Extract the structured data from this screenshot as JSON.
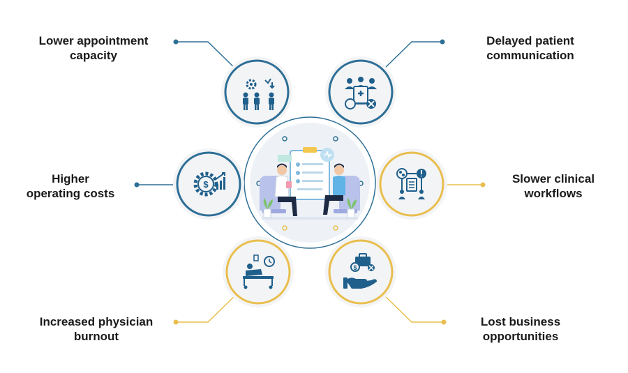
{
  "colors": {
    "blue": "#2e6f96",
    "gold": "#e9be4e",
    "icon_blue": "#1f5f8b",
    "circle_fill": "#f3f4f6",
    "text": "#1a1a1a"
  },
  "center_hub": {
    "icon": "doctor-patient-consultation-illustration"
  },
  "nodes": [
    {
      "id": "lower-appointment-capacity",
      "lines": [
        "Lower appointment",
        "capacity"
      ],
      "icon": "people-gear-icon",
      "color": "blue"
    },
    {
      "id": "delayed-patient-communication",
      "lines": [
        "Delayed patient",
        "communication"
      ],
      "icon": "medical-team-clipboard-icon",
      "color": "blue"
    },
    {
      "id": "higher-operating-costs",
      "lines": [
        "Higher",
        "operating costs"
      ],
      "icon": "gear-dollar-chart-icon",
      "color": "blue"
    },
    {
      "id": "slower-clinical-workflows",
      "lines": [
        "Slower clinical",
        "workflows"
      ],
      "icon": "clinical-workflow-icon",
      "color": "gold"
    },
    {
      "id": "increased-physician-burnout",
      "lines": [
        "Increased physician",
        "burnout"
      ],
      "icon": "tired-physician-bed-clock-icon",
      "color": "gold"
    },
    {
      "id": "lost-business-opportunities",
      "lines": [
        "Lost business",
        "opportunities"
      ],
      "icon": "hand-briefcase-money-icon",
      "color": "gold"
    }
  ]
}
